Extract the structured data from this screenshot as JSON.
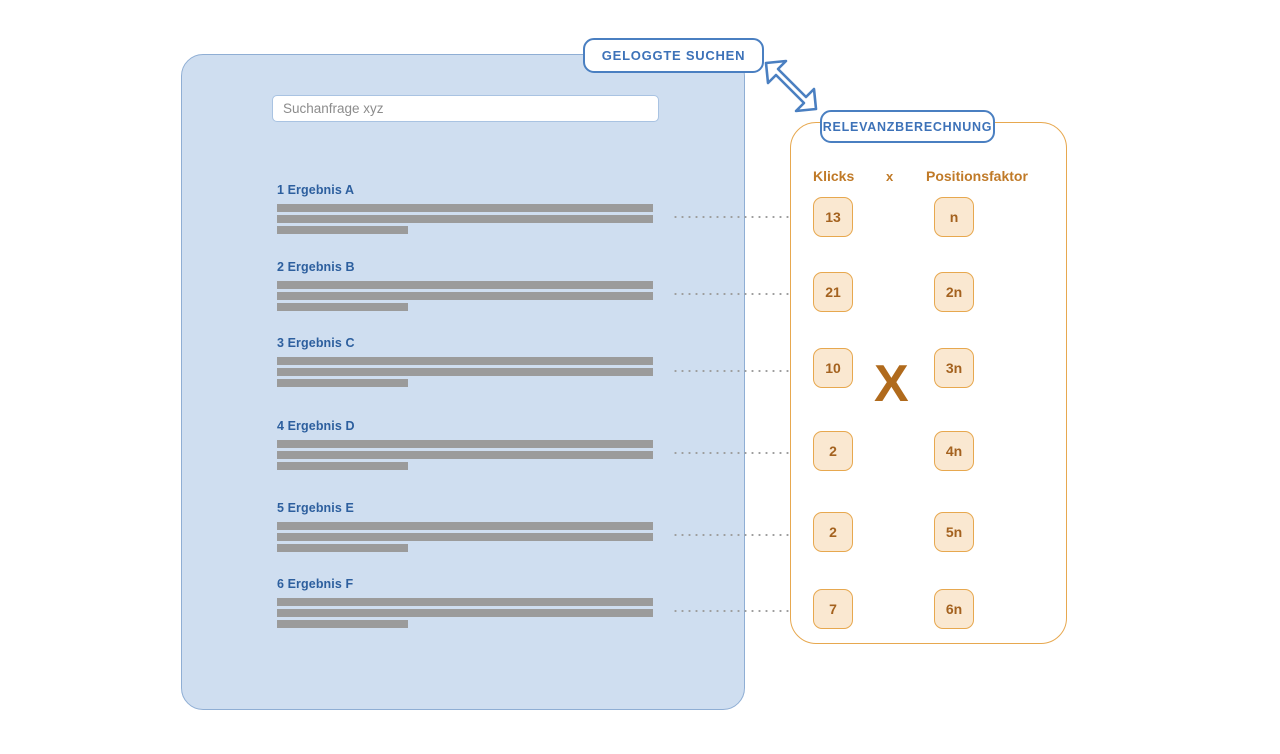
{
  "colors": {
    "panel_blue_fill": "#cfdef0",
    "panel_blue_border": "#8faed4",
    "accent_blue": "#3d72b8",
    "result_title_blue": "#2d5f9e",
    "bar_gray": "#9b9b9b",
    "orange_border": "#e7a84f",
    "orange_fill": "#fae8d1",
    "orange_text": "#a4621f",
    "header_orange": "#c07a28",
    "multiply_brown": "#b06a1c"
  },
  "callouts": {
    "logged_searches": "GELOGGTE SUCHEN",
    "relevance_calculation": "RELEVANZBERECHNUNG",
    "arrow_icon": "arrow-down-right-icon"
  },
  "search_panel": {
    "query_value": "Suchanfrage xyz",
    "query_placeholder": "Suchanfrage xyz",
    "results": [
      {
        "title": "1 Ergebnis A"
      },
      {
        "title": "2 Ergebnis B"
      },
      {
        "title": "3 Ergebnis C"
      },
      {
        "title": "4 Ergebnis D"
      },
      {
        "title": "5 Ergebnis E"
      },
      {
        "title": "6 Ergebnis F"
      }
    ]
  },
  "relevance_panel": {
    "headers": {
      "clicks": "Klicks",
      "operator": "x",
      "position_factor": "Positionsfaktor"
    },
    "multiply_symbol": "X",
    "rows": [
      {
        "clicks": "13",
        "position_factor": "n"
      },
      {
        "clicks": "21",
        "position_factor": "2n"
      },
      {
        "clicks": "10",
        "position_factor": "3n"
      },
      {
        "clicks": "2",
        "position_factor": "4n"
      },
      {
        "clicks": "2",
        "position_factor": "5n"
      },
      {
        "clicks": "7",
        "position_factor": "6n"
      }
    ]
  }
}
